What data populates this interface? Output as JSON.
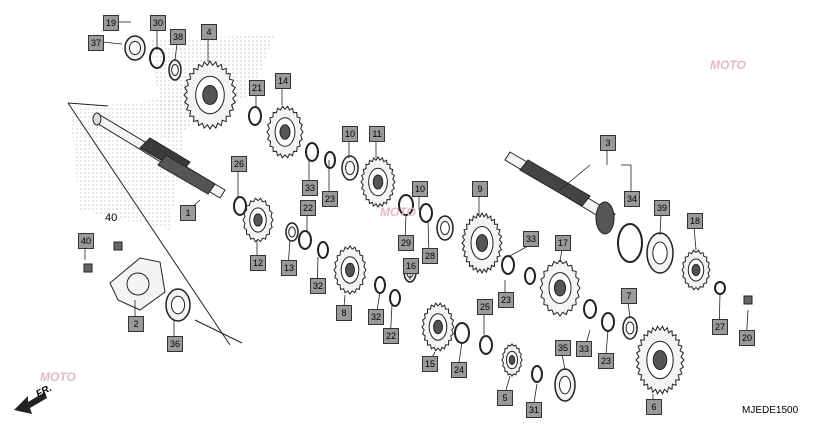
{
  "title": "Transmission parts diagram",
  "document_code": "MJEDE1500",
  "front_label": "FR.",
  "loose_label": "40",
  "watermark_text": "MOTO",
  "colors": {
    "callout_bg": "#9a9a9a",
    "line": "#222222",
    "part_fill": "#f4f4f4",
    "part_dark": "#3a3a3a",
    "watermark": "#e3b7c8"
  },
  "callouts": [
    "19",
    "30",
    "37",
    "38",
    "4",
    "21",
    "14",
    "26",
    "10",
    "11",
    "1",
    "33",
    "23",
    "12",
    "13",
    "22",
    "32",
    "8",
    "40",
    "2",
    "36",
    "16",
    "29",
    "28",
    "10",
    "9",
    "22",
    "32",
    "15",
    "24",
    "25",
    "5",
    "31",
    "3",
    "34",
    "39",
    "18",
    "33",
    "17",
    "23",
    "7",
    "35",
    "33",
    "23",
    "6",
    "27",
    "20"
  ]
}
